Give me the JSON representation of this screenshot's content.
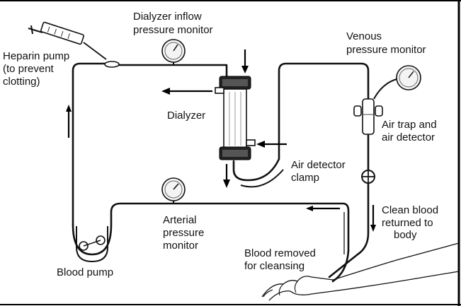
{
  "labels": {
    "dialyzer_inflow_line1": "Dialyzer inflow",
    "dialyzer_inflow_line2": "pressure monitor",
    "heparin_line1": "Heparin pump",
    "heparin_line2": "(to prevent",
    "heparin_line3": "clotting)",
    "venous_line1": "Venous",
    "venous_line2": "pressure monitor",
    "dialyzer": "Dialyzer",
    "air_trap_line1": "Air trap and",
    "air_trap_line2": "air detector",
    "air_clamp_line1": "Air detector",
    "air_clamp_line2": "clamp",
    "clean_blood_line1": "Clean blood",
    "clean_blood_line2": "returned to",
    "clean_blood_line3": "body",
    "arterial_line1": "Arterial",
    "arterial_line2": "pressure",
    "arterial_line3": "monitor",
    "blood_removed_line1": "Blood removed",
    "blood_removed_line2": "for cleansing",
    "blood_pump": "Blood pump"
  },
  "icons": [
    "syringe-icon",
    "pressure-gauge-icon",
    "dialyzer-cartridge-icon",
    "air-trap-icon",
    "clamp-icon",
    "roller-pump-icon",
    "hand-arm-icon"
  ]
}
